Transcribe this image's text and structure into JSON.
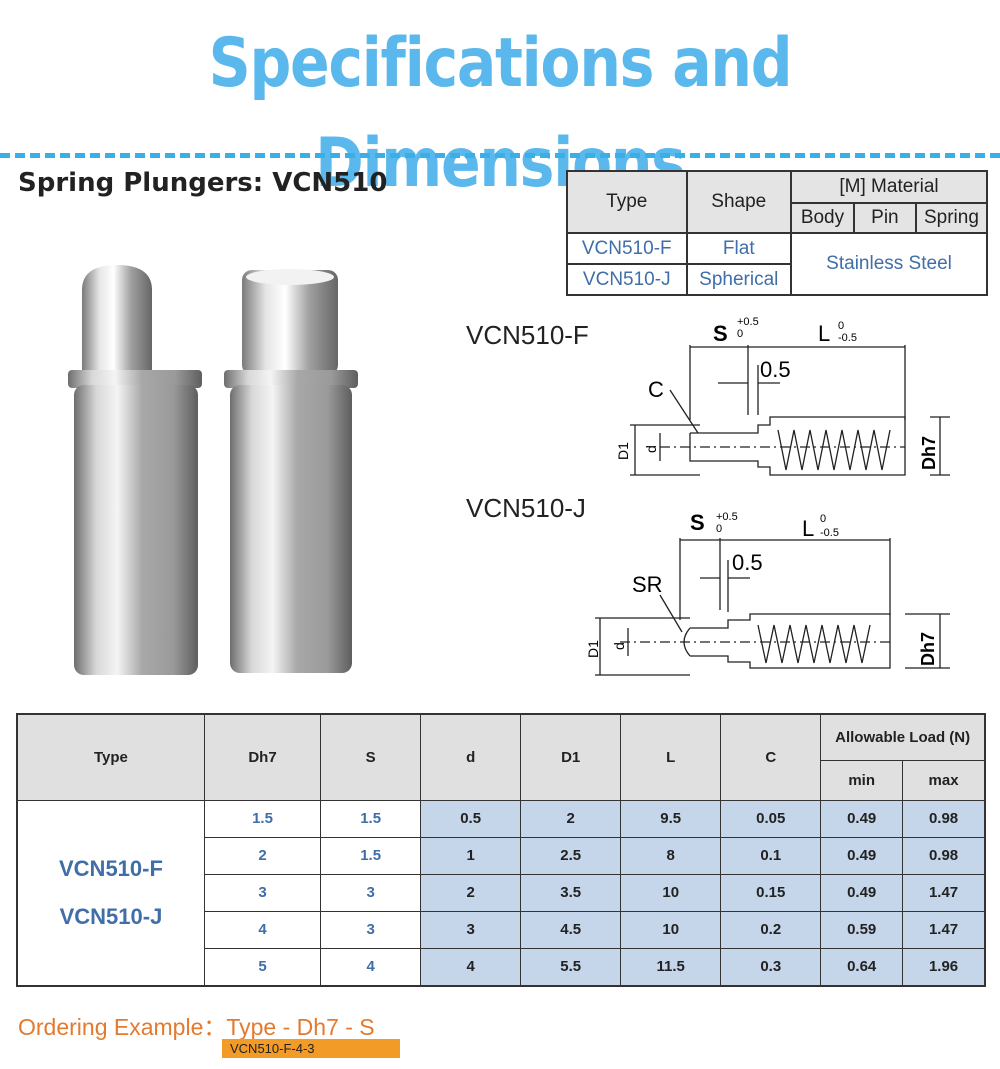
{
  "header": {
    "title": "Specifications and Dimensions",
    "product_heading": "Spring Plungers: VCN510"
  },
  "material_table": {
    "col_type": "Type",
    "col_shape": "Shape",
    "col_material": "[M] Material",
    "sub_body": "Body",
    "sub_pin": "Pin",
    "sub_spring": "Spring",
    "rows": [
      {
        "type": "VCN510-F",
        "shape": "Flat"
      },
      {
        "type": "VCN510-J",
        "shape": "Spherical"
      }
    ],
    "material_value": "Stainless Steel"
  },
  "drawings": {
    "f_label": "VCN510-F",
    "j_label": "VCN510-J",
    "dim_s": "S",
    "dim_s_tol_upper": "+0.5",
    "dim_s_tol_lower": "0",
    "dim_l": "L",
    "dim_l_tol_upper": "0",
    "dim_l_tol_lower": "-0.5",
    "dim_gap": "0.5",
    "dim_c": "C",
    "dim_sr": "SR",
    "dim_d1": "D1",
    "dim_d": "d",
    "dim_dh7": "Dh7"
  },
  "spec_table": {
    "headers": {
      "type": "Type",
      "dh7": "Dh7",
      "s": "S",
      "d": "d",
      "d1": "D1",
      "l": "L",
      "c": "C",
      "load": "Allowable Load (N)",
      "min": "min",
      "max": "max"
    },
    "type_values": [
      "VCN510-F",
      "VCN510-J"
    ],
    "rows": [
      {
        "dh7": "1.5",
        "s": "1.5",
        "d": "0.5",
        "d1": "2",
        "l": "9.5",
        "c": "0.05",
        "min": "0.49",
        "max": "0.98"
      },
      {
        "dh7": "2",
        "s": "1.5",
        "d": "1",
        "d1": "2.5",
        "l": "8",
        "c": "0.1",
        "min": "0.49",
        "max": "0.98"
      },
      {
        "dh7": "3",
        "s": "3",
        "d": "2",
        "d1": "3.5",
        "l": "10",
        "c": "0.15",
        "min": "0.49",
        "max": "1.47"
      },
      {
        "dh7": "4",
        "s": "3",
        "d": "3",
        "d1": "4.5",
        "l": "10",
        "c": "0.2",
        "min": "0.59",
        "max": "1.47"
      },
      {
        "dh7": "5",
        "s": "4",
        "d": "4",
        "d1": "5.5",
        "l": "11.5",
        "c": "0.3",
        "min": "0.64",
        "max": "1.96"
      }
    ]
  },
  "ordering": {
    "label": "Ordering Example：Type - Dh7 - S",
    "example": "VCN510-F-4-3"
  },
  "colors": {
    "title": "#5ab8ec",
    "accent_blue": "#3f6ea8",
    "shade": "#c5d6ea",
    "ordering_label": "#e47a2e",
    "ordering_box": "#f29b26"
  }
}
